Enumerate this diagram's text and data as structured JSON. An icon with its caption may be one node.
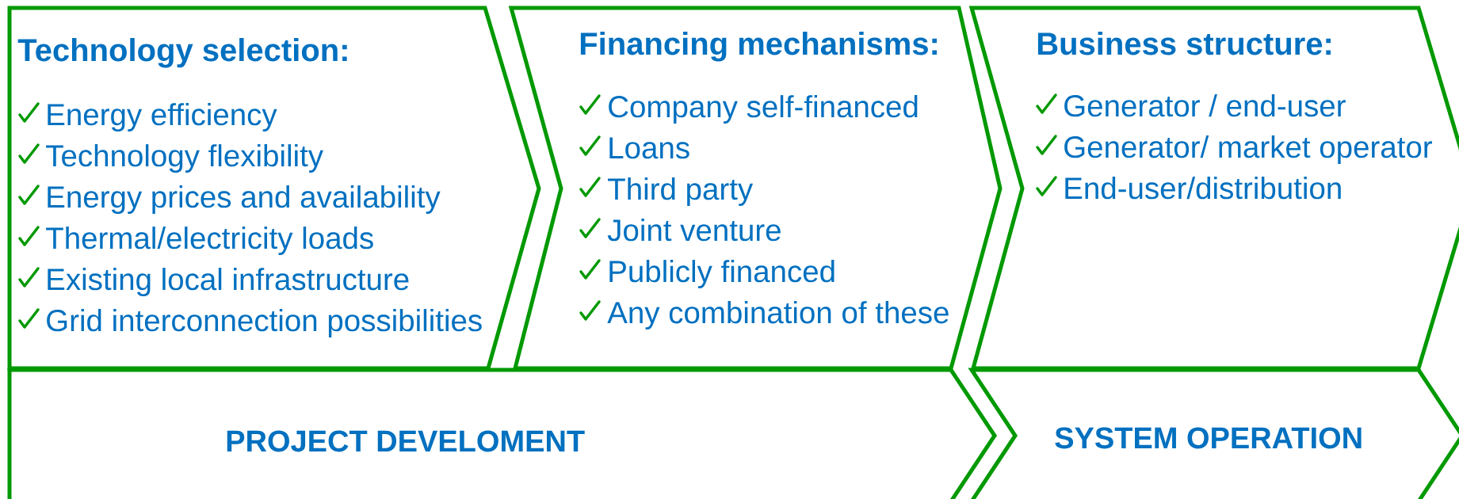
{
  "diagram": {
    "nodes": [
      {
        "text": [
          "Technology selection:",
          "Energy efficiency",
          "Technology flexibility",
          "Energy prices and availability",
          "Thermal/electricity loads",
          "Existing local infrastructure",
          "Grid interconnection possibilities"
        ]
      },
      {
        "text": [
          "Financing mechanisms:",
          "Company self-financed",
          "Loans",
          "Third party",
          "Joint venture",
          "Publicly financed",
          "Any combination of these"
        ]
      },
      {
        "text": [
          "Business structure:",
          "Generator / end-user",
          "Generator/ market operator",
          "End-user/distribution"
        ]
      },
      {
        "text": [
          "PROJECT DEVELOMENT"
        ]
      },
      {
        "text": [
          "SYSTEM OPERATION"
        ]
      }
    ]
  }
}
